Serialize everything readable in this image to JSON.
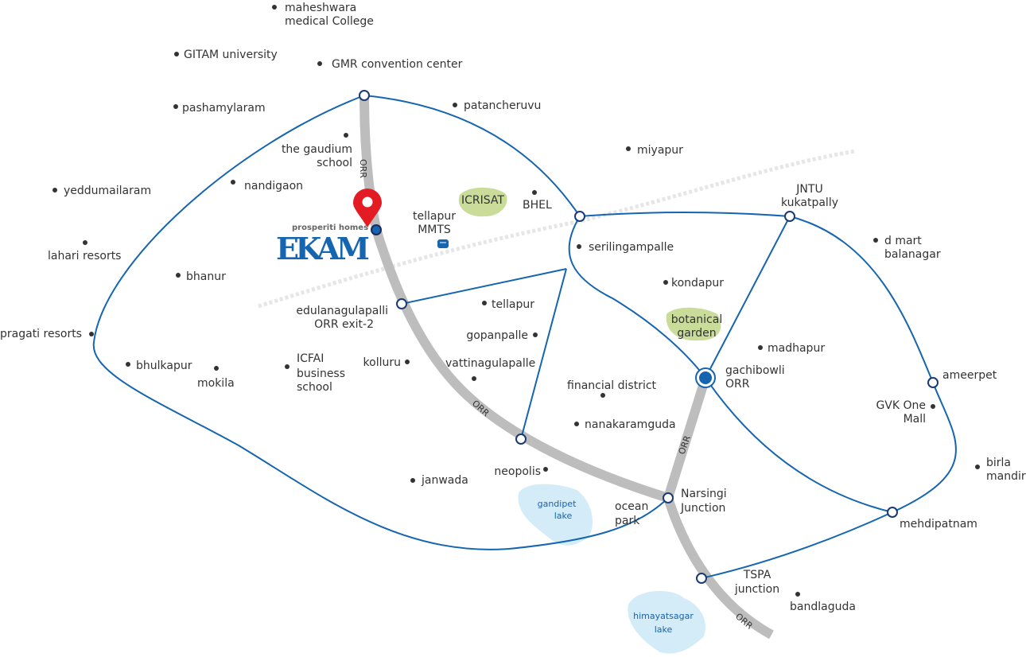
{
  "brand": {
    "tagline": "prosperiti homes",
    "name": "EKAM"
  },
  "colors": {
    "route": "#1565b0",
    "orr": "#bdbdbd",
    "pin": "#e31b23",
    "brand": "#1565b0",
    "green": "#c9dc9a",
    "lake": "#d4ebf8"
  },
  "road_label": "ORR",
  "places": {
    "maheshwara": [
      "maheshwara",
      "medical College"
    ],
    "gitam": "GITAM university",
    "gmr": "GMR convention center",
    "pashamylaram": "pashamylaram",
    "patancheruvu": "patancheruvu",
    "gaudium": [
      "the gaudium",
      "school"
    ],
    "miyapur": "miyapur",
    "yeddumailaram": "yeddumailaram",
    "nandigaon": "nandigaon",
    "icrisat": "ICRISAT",
    "bhel": "BHEL",
    "tellapur_mmts": [
      "tellapur",
      "MMTS"
    ],
    "jntu": [
      "JNTU",
      "kukatpally"
    ],
    "lahari": "lahari resorts",
    "dmart": [
      "d mart",
      "balanagar"
    ],
    "serilingampalle": "serilingampalle",
    "bhanur": "bhanur",
    "kondapur": "kondapur",
    "edulanagulapalli": [
      "edulanagulapalli",
      "ORR exit-2"
    ],
    "tellapur": "tellapur",
    "botanical": [
      "botanical",
      "garden"
    ],
    "pragati": "pragati resorts",
    "gopanpalle": "gopanpalle",
    "madhapur": "madhapur",
    "kolluru": "kolluru",
    "vattinagulapalle": "vattinagulapalle",
    "bhulkapur": "bhulkapur",
    "mokila": "mokila",
    "icfai": [
      "ICFAI",
      "business",
      "school"
    ],
    "gachibowli": [
      "gachibowli",
      "ORR"
    ],
    "ameerpet": "ameerpet",
    "financial": "financial district",
    "gvk": [
      "GVK One",
      "Mall"
    ],
    "nanakaramguda": "nanakaramguda",
    "birla": [
      "birla",
      "mandir"
    ],
    "neopolis": "neopolis",
    "janwada": "janwada",
    "narsingi": [
      "Narsingi",
      "Junction"
    ],
    "ocean": [
      "ocean",
      "park"
    ],
    "mehdipatnam": "mehdipatnam",
    "tspa": [
      "TSPA",
      "junction"
    ],
    "bandlaguda": "bandlaguda",
    "gandipet": [
      "gandipet",
      "lake"
    ],
    "himayatsagar": [
      "himayatsagar",
      "lake"
    ]
  }
}
